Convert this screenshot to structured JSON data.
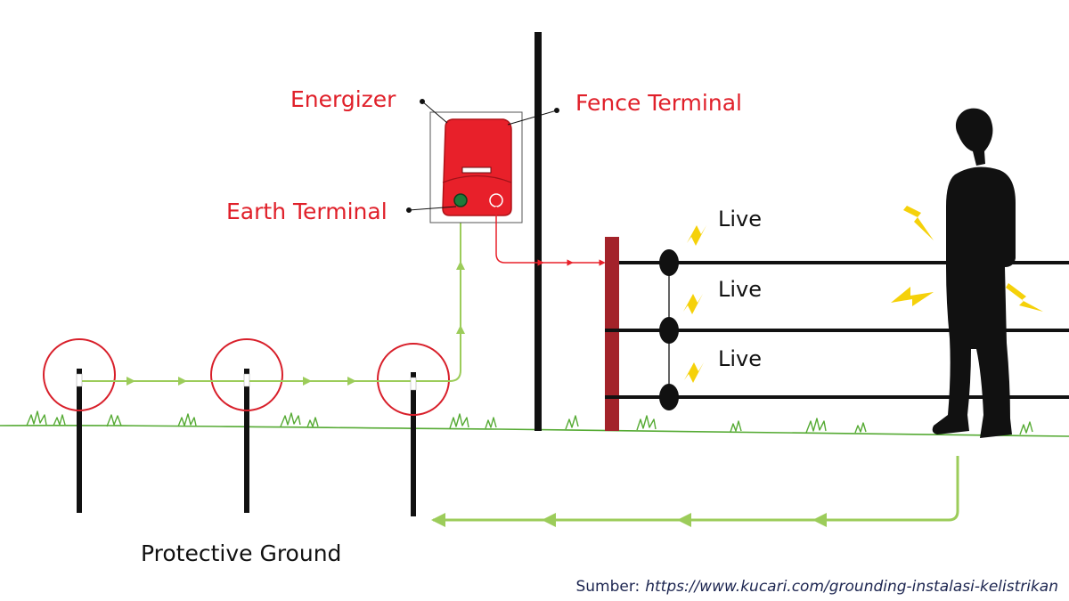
{
  "labels": {
    "energizer": "Energizer",
    "fence_terminal": "Fence Terminal",
    "earth_terminal": "Earth Terminal",
    "live": [
      "Live",
      "Live",
      "Live"
    ],
    "protective_ground": "Protective Ground"
  },
  "source": {
    "prefix": "Sumber:",
    "url": "https://www.kucari.com/grounding-instalasi-kelistrikan"
  },
  "colors": {
    "energizer_red": "#e8202a",
    "label_red": "#e0202a",
    "ground_wire_green": "#9ccc5a",
    "return_arrow_green": "#9ccc5a",
    "grass_green": "#55aa33",
    "fence_post_red": "#a3232a",
    "fence_wire": "#111111",
    "spark_yellow": "#f5d10a",
    "source_text": "#1c2550"
  },
  "icons": {
    "person": "person-silhouette-icon",
    "spark": "lightning-bolt-icon"
  }
}
